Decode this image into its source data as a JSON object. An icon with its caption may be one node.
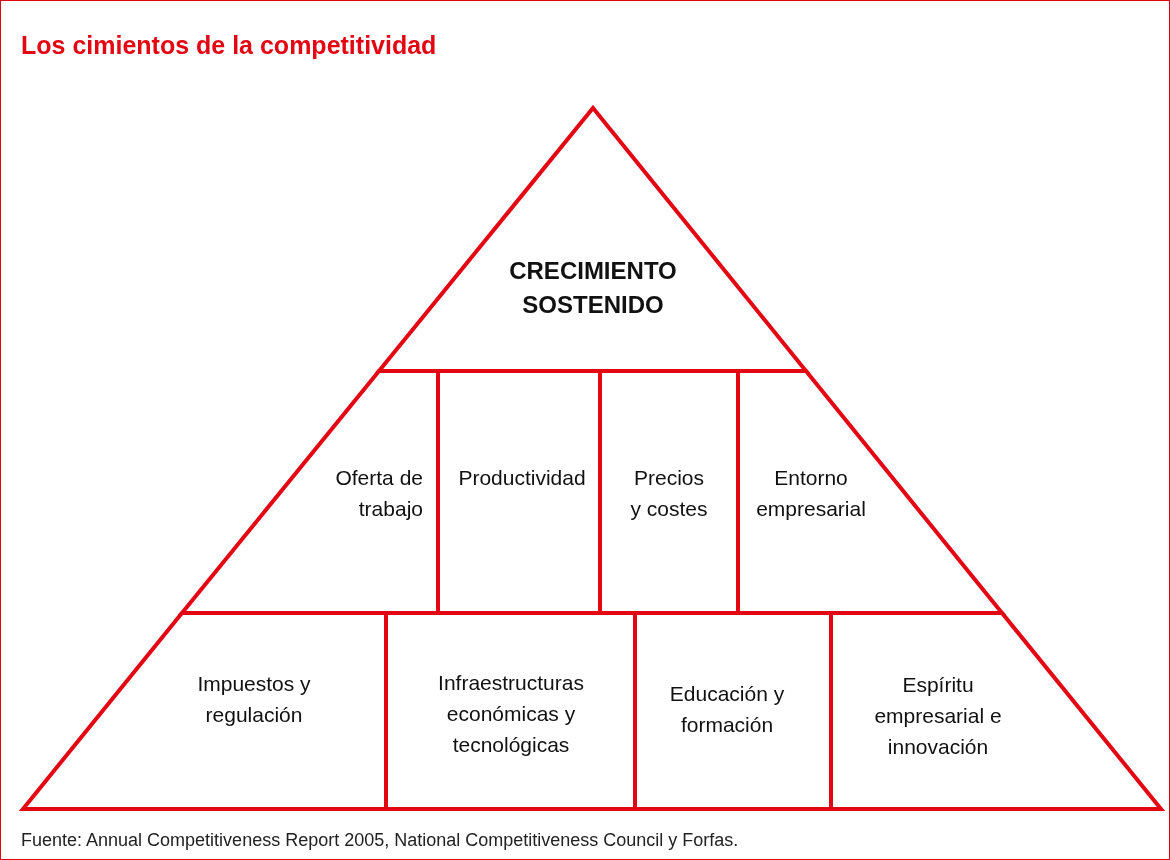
{
  "diagram": {
    "title": "Los cimientos de la competitividad",
    "caption": "Fuente: Annual Competitiveness Report 2005, National Competitiveness Council y Forfas.",
    "nodes": [
      {
        "text": [
          "CRECIMIENTO SOSTENIDO"
        ]
      },
      {
        "text": [
          "Oferta de trabajo"
        ]
      },
      {
        "text": [
          "Productividad"
        ]
      },
      {
        "text": [
          "Precios y costes"
        ]
      },
      {
        "text": [
          "Entorno empresarial"
        ]
      },
      {
        "text": [
          "Impuestos y regulación"
        ]
      },
      {
        "text": [
          "Infraestructuras económicas y tecnológicas"
        ]
      },
      {
        "text": [
          "Educación y formación"
        ]
      },
      {
        "text": [
          "Espíritu empresarial e innovación"
        ]
      }
    ],
    "edges": []
  }
}
